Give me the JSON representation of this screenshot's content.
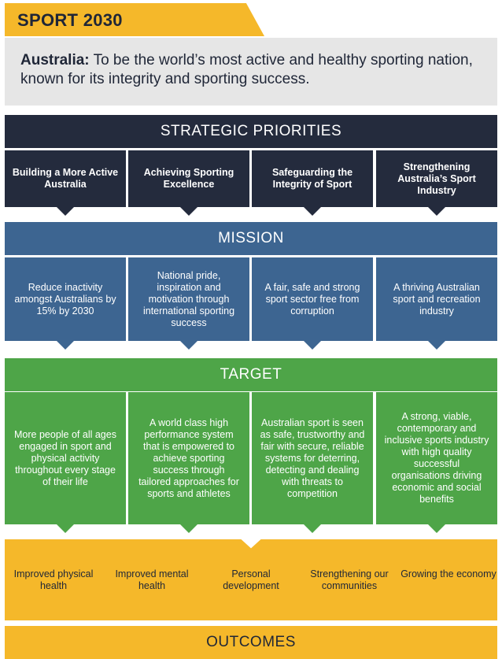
{
  "title": "SPORT 2030",
  "vision": {
    "label": "Australia:",
    "text": " To be the world’s most active and healthy sporting nation, known for its integrity and sporting success."
  },
  "strategic": {
    "heading": "STRATEGIC PRIORITIES",
    "items": [
      "Building a More Active Australia",
      "Achieving Sporting Excellence",
      "Safeguarding the Integrity of Sport",
      "Strengthening Australia’s Sport Industry"
    ]
  },
  "mission": {
    "heading": "MISSION",
    "items": [
      "Reduce inactivity amongst Australians by 15% by 2030",
      "National pride, inspiration and motivation through international sporting success",
      "A fair, safe and strong sport sector free from corruption",
      "A thriving Australian sport and recreation industry"
    ]
  },
  "target": {
    "heading": "TARGET",
    "items": [
      "More people of all ages engaged in sport and physical activity throughout every stage of their life",
      "A world class high performance system that is empowered to achieve sporting success through tailored approaches for sports and athletes",
      "Australian sport is seen as safe, trustworthy and fair with secure, reliable systems for deterring, detecting and dealing with threats to competition",
      "A strong, viable, contemporary and inclusive sports industry with high quality successful organisations driving economic and social benefits"
    ]
  },
  "outcomes": {
    "heading": "OUTCOMES",
    "items": [
      "Improved physical health",
      "Improved mental health",
      "Personal development",
      "Strengthening our communities",
      "Growing the economy"
    ]
  },
  "colors": {
    "navy": "#242b3d",
    "blue": "#3d6591",
    "green": "#4ea548",
    "gold": "#f5b82a",
    "grey": "#e6e6e6"
  }
}
